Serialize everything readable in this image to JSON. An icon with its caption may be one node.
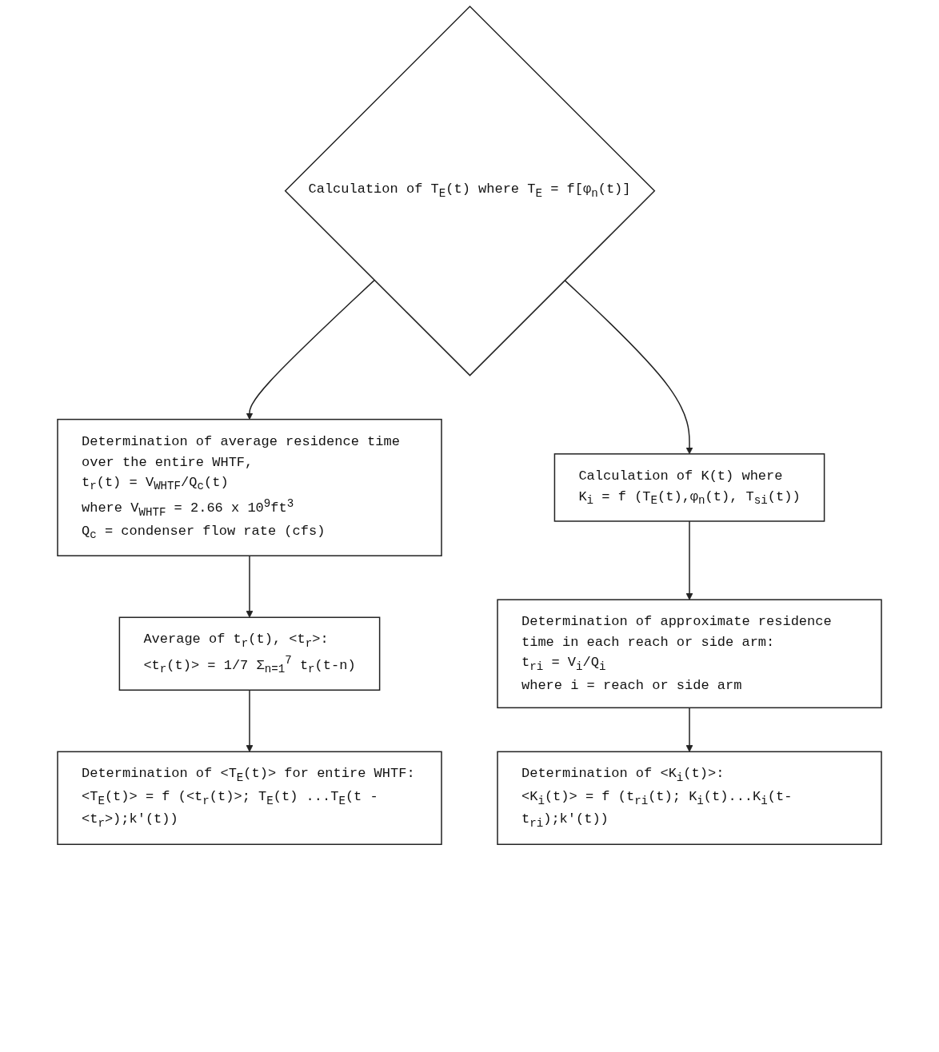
{
  "diagram": {
    "nodes": [
      {
        "text": [
          "Calculation of T$_{E}$(t) where T$_{E}$ = f[φ$_{n}$(t)]"
        ]
      },
      {
        "text": [
          "Determination of average residence time over the entire WHTF,",
          "t$_{r}$(t) = V$_{WHTF}$/Q$_{c}$(t)",
          "where V$_{WHTF}$ = 2.66 x 10$^{9}$ft$^{3}$",
          "Q$_{c}$ = condenser flow rate (cfs)"
        ]
      },
      {
        "text": [
          "Average of t$_{r}$(t), <t$_{r}$>:",
          "<t$_{r}$(t)> = 1/7 Σ$_{n=1}$$^{7}$ t$_{r}$(t-n)"
        ]
      },
      {
        "text": [
          "Determination of <T$_{E}$(t)> for entire WHTF:",
          "<T$_{E}$(t)> = f (<t$_{r}$(t)>; T$_{E}$(t) ...T$_{E}$(t - <t$_{r}$>);k'(t))"
        ]
      },
      {
        "text": [
          "Calculation of K(t) where",
          "K$_{i}$ = f (T$_{E}$(t),φ$_{n}$(t), T$_{s}$$_{i}$(t))"
        ]
      },
      {
        "text": [
          "Determination of approximate residence time in each reach or side arm:",
          "t$_{r}$$_{i}$ = V$_{i}$/Q$_{i}$",
          "where i = reach or side arm"
        ]
      },
      {
        "text": [
          "Determination of <K$_{i}$(t)>:",
          "<K$_{i}$(t)> = f (t$_{r}$$_{i}$(t); K$_{i}$(t)...K$_{i}$(t-t$_{r}$$_{i}$);k'(t))"
        ]
      }
    ],
    "edges": [
      {
        "from": 0,
        "to": 1,
        "arrow": "to"
      },
      {
        "from": 0,
        "to": 4,
        "arrow": "to"
      },
      {
        "from": 1,
        "to": 2,
        "arrow": "to"
      },
      {
        "from": 2,
        "to": 3,
        "arrow": "to"
      },
      {
        "from": 4,
        "to": 5,
        "arrow": "to"
      },
      {
        "from": 5,
        "to": 6,
        "arrow": "to"
      }
    ]
  }
}
